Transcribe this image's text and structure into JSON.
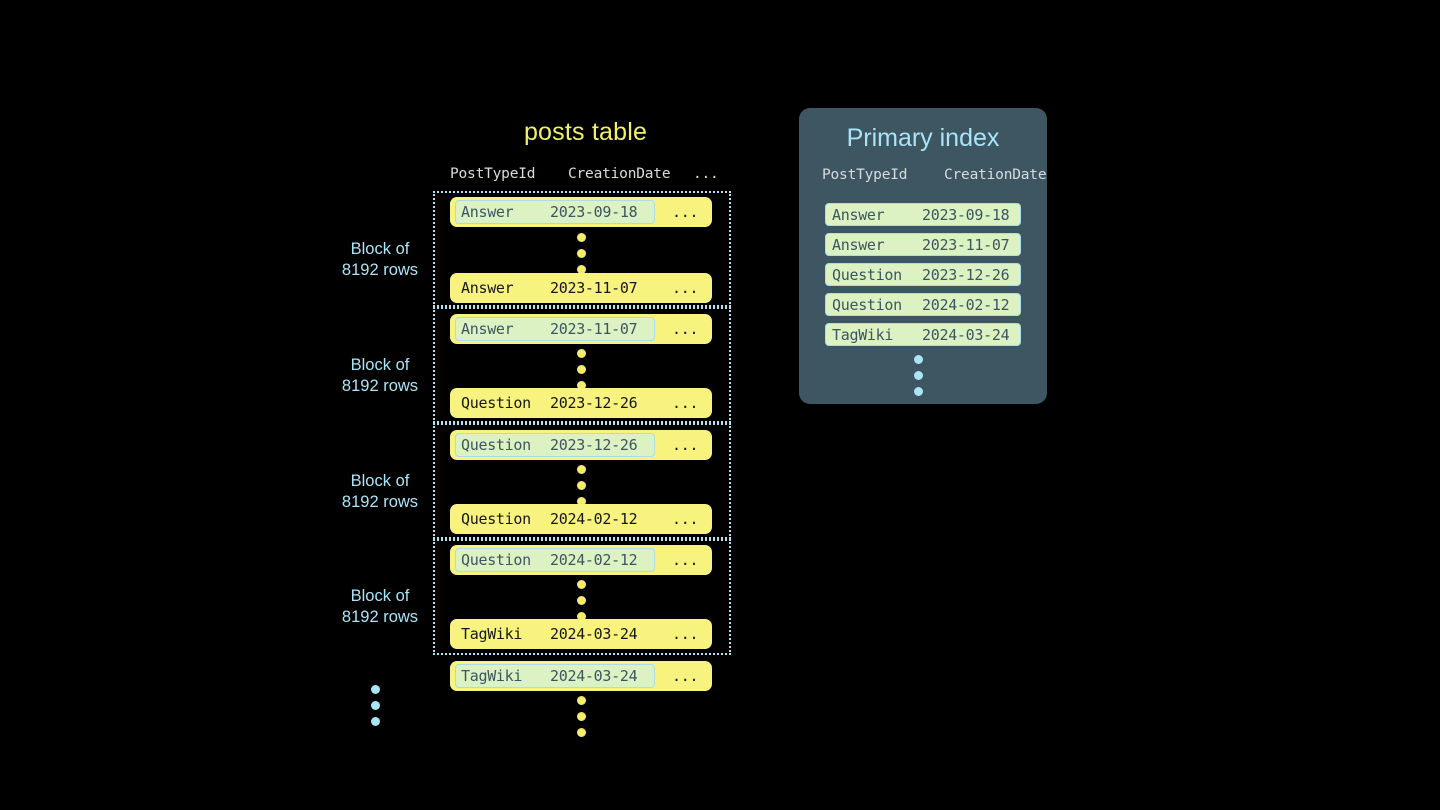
{
  "posts_table": {
    "title": "posts table",
    "columns": [
      "PostTypeId",
      "CreationDate",
      "..."
    ],
    "blocks": [
      {
        "label_line1": "Block of",
        "label_line2": "8192 rows",
        "first_row": {
          "type": "Answer",
          "date": "2023-09-18",
          "ellipsis": "...",
          "highlighted": true
        },
        "last_row": {
          "type": "Answer",
          "date": "2023-11-07",
          "ellipsis": "...",
          "highlighted": false
        }
      },
      {
        "label_line1": "Block of",
        "label_line2": "8192 rows",
        "first_row": {
          "type": "Answer",
          "date": "2023-11-07",
          "ellipsis": "...",
          "highlighted": true
        },
        "last_row": {
          "type": "Question",
          "date": "2023-12-26",
          "ellipsis": "...",
          "highlighted": false
        }
      },
      {
        "label_line1": "Block of",
        "label_line2": "8192 rows",
        "first_row": {
          "type": "Question",
          "date": "2023-12-26",
          "ellipsis": "...",
          "highlighted": true
        },
        "last_row": {
          "type": "Question",
          "date": "2024-02-12",
          "ellipsis": "...",
          "highlighted": false
        }
      },
      {
        "label_line1": "Block of",
        "label_line2": "8192 rows",
        "first_row": {
          "type": "Question",
          "date": "2024-02-12",
          "ellipsis": "...",
          "highlighted": true
        },
        "last_row": {
          "type": "TagWiki",
          "date": "2024-03-24",
          "ellipsis": "...",
          "highlighted": false
        }
      }
    ],
    "trailing_row": {
      "type": "TagWiki",
      "date": "2024-03-24",
      "ellipsis": "...",
      "highlighted": true
    }
  },
  "primary_index": {
    "title": "Primary index",
    "columns": [
      "PostTypeId",
      "CreationDate"
    ],
    "rows": [
      {
        "type": "Answer",
        "date": "2023-09-18"
      },
      {
        "type": "Answer",
        "date": "2023-11-07"
      },
      {
        "type": "Question",
        "date": "2023-12-26"
      },
      {
        "type": "Question",
        "date": "2024-02-12"
      },
      {
        "type": "TagWiki",
        "date": "2024-03-24"
      }
    ]
  },
  "colors": {
    "background": "#000000",
    "row_yellow": "#f8f37e",
    "title_yellow": "#f2f06a",
    "accent_blue": "#a9e4f7",
    "highlight_green": "#ddf2c2",
    "panel_slate": "#3e5562",
    "text_dark": "#161616",
    "text_slate": "#3c5561",
    "header_gray": "#d9dde0"
  }
}
